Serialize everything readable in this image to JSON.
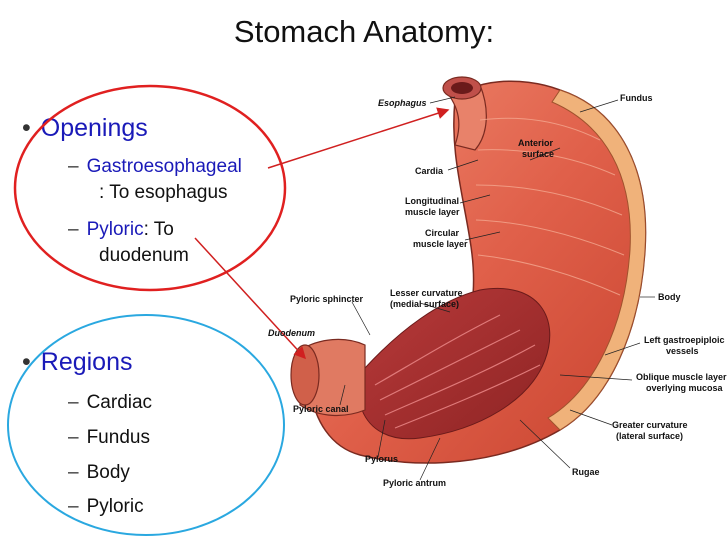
{
  "title": "Stomach Anatomy:",
  "openings": {
    "heading": "Openings",
    "items": [
      {
        "name": "Gastroesophageal",
        "desc": ": To esophagus"
      },
      {
        "name": "Pyloric",
        "desc": ": To",
        "desc2": "duodenum"
      }
    ]
  },
  "regions": {
    "heading": "Regions",
    "items": [
      "Cardiac",
      "Fundus",
      "Body",
      "Pyloric"
    ]
  },
  "diagram_labels": {
    "esophagus": "Esophagus",
    "fundus": "Fundus",
    "anterior_surface_1": "Anterior",
    "anterior_surface_2": "surface",
    "cardia": "Cardia",
    "longitudinal_1": "Longitudinal",
    "longitudinal_2": "muscle layer",
    "circular_1": "Circular",
    "circular_2": "muscle layer",
    "pyloric_sphincter": "Pyloric sphincter",
    "lesser_curvature_1": "Lesser curvature",
    "lesser_curvature_2": "(medial surface)",
    "body": "Body",
    "duodenum": "Duodenum",
    "left_gastroepiploic_1": "Left gastroepiploic",
    "left_gastroepiploic_2": "vessels",
    "oblique_1": "Oblique muscle layer",
    "oblique_2": "overlying mucosa",
    "pyloric_canal": "Pyloric canal",
    "pylorus": "Pylorus",
    "greater_curvature_1": "Greater curvature",
    "greater_curvature_2": "(lateral surface)",
    "pyloric_antrum": "Pyloric antrum",
    "rugae": "Rugae"
  },
  "colors": {
    "openings_circle": "#e02020",
    "regions_circle": "#2aa8e0",
    "heading_blue": "#1a1ab8",
    "arrow": "#d02020"
  }
}
